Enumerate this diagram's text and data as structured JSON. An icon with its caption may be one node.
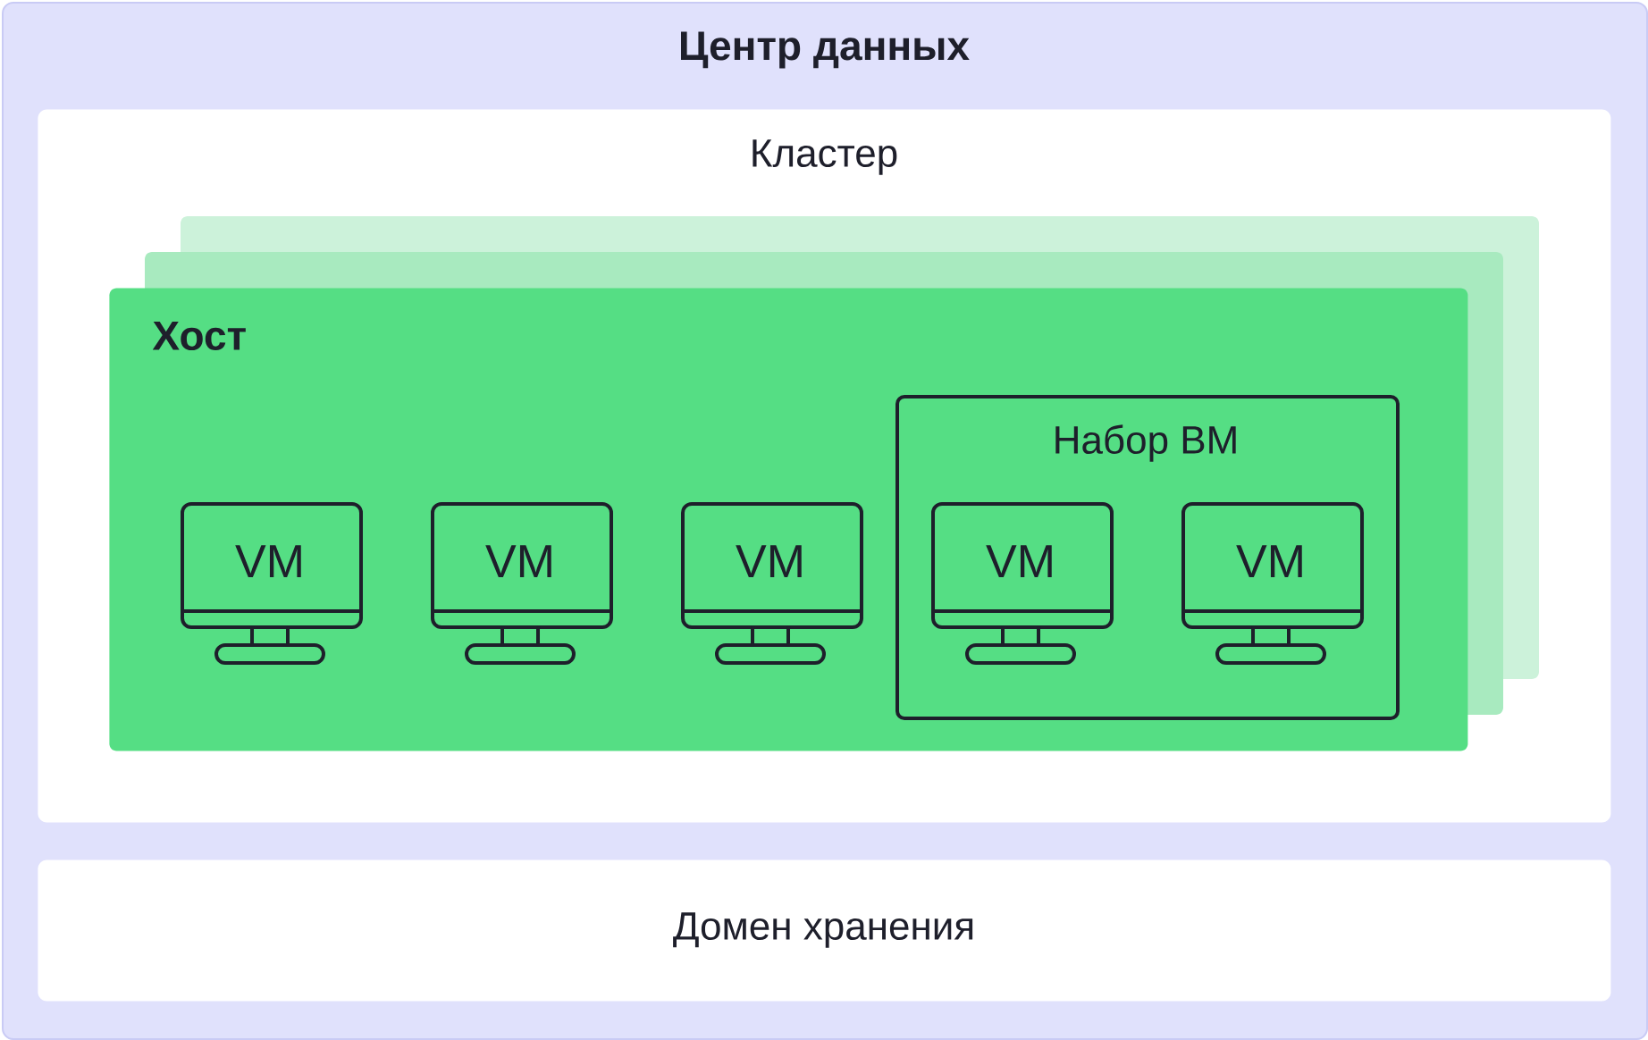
{
  "diagram": {
    "nodes": [
      {
        "text": [
          "Центр данных"
        ]
      },
      {
        "text": [
          "Кластер"
        ],
        "in": 0
      },
      {
        "text": [
          "Хост"
        ],
        "in": 1
      },
      {
        "text": [
          "VM"
        ],
        "in": 2
      },
      {
        "text": [
          "VM"
        ],
        "in": 2
      },
      {
        "text": [
          "VM"
        ],
        "in": 2
      },
      {
        "text": [
          "Набор ВМ"
        ],
        "in": 2
      },
      {
        "text": [
          "VM"
        ],
        "in": 6
      },
      {
        "text": [
          "VM"
        ],
        "in": 6
      },
      {
        "text": [
          "Домен хранения"
        ],
        "in": 0
      }
    ]
  }
}
